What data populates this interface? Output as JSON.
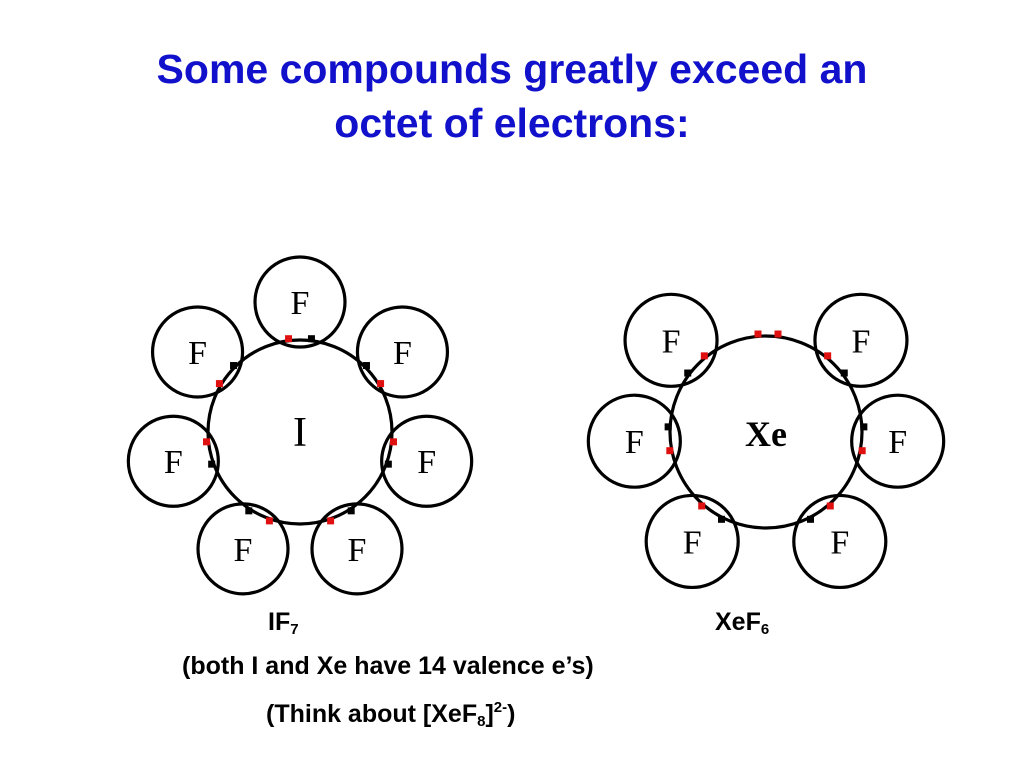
{
  "title": {
    "line1": "Some compounds greatly exceed an",
    "line2": "octet of electrons:"
  },
  "colors": {
    "title": "#1111cc",
    "electron_a": "#e01010",
    "electron_b": "#000000"
  },
  "molecules": [
    {
      "id": "if7",
      "center_label": "I",
      "ligand_label": "F",
      "ligand_count": 7,
      "formula": {
        "base": "IF",
        "subscript": "7"
      }
    },
    {
      "id": "xef6",
      "center_label": "Xe",
      "ligand_label": "F",
      "ligand_count": 6,
      "formula": {
        "base": "XeF",
        "subscript": "6"
      }
    }
  ],
  "captions": {
    "note": "(both I and Xe have 14 valence e’s)",
    "think_prefix": "(Think about [XeF",
    "think_sub": "8",
    "think_bracket": "]",
    "think_sup": "2-",
    "think_suffix": ")"
  }
}
